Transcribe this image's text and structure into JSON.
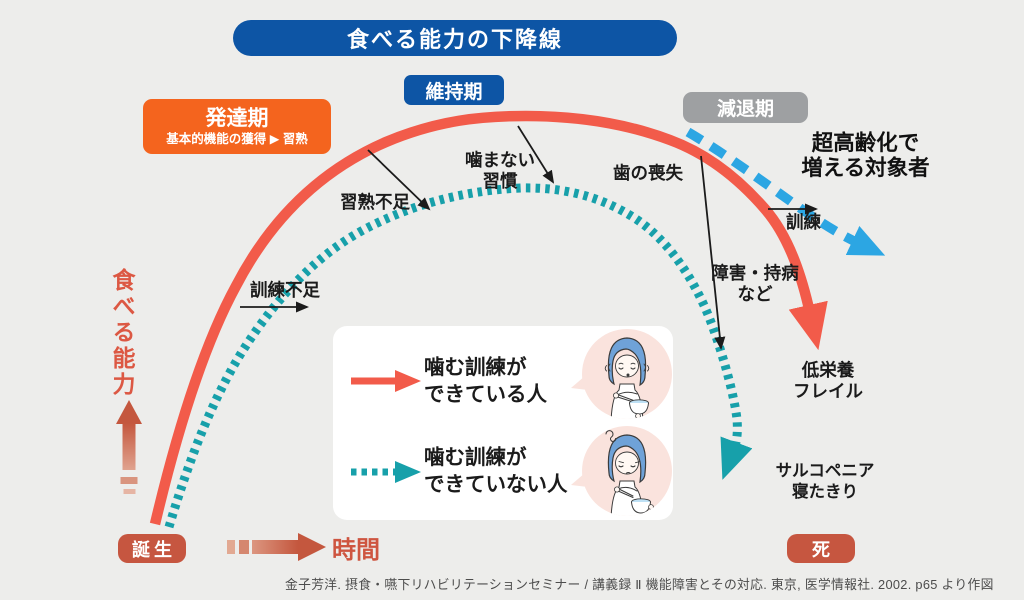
{
  "title": "食べる能力の下降線",
  "stages": {
    "develop": {
      "label": "発達期",
      "sub": "基本的機能の獲得 ▶ 習熟"
    },
    "maintain": {
      "label": "維持期"
    },
    "decline": {
      "label": "減退期"
    }
  },
  "annotations": {
    "mastery_lack": "習熟不足",
    "training_lack": "訓練不足",
    "no_chew_1": "噛まない",
    "no_chew_2": "習慣",
    "tooth_loss": "歯の喪失",
    "disability_1": "障害・持病",
    "disability_2": "など",
    "training": "訓練",
    "malnutrition_1": "低栄養",
    "malnutrition_2": "フレイル",
    "sarcopenia_1": "サルコペニア",
    "sarcopenia_2": "寝たきり",
    "aging_target_1": "超高齢化で",
    "aging_target_2": "増える対象者"
  },
  "axes": {
    "y_label": "食べる能力",
    "x_start": "誕生",
    "x_label": "時間",
    "x_end": "死"
  },
  "legend": {
    "ok_line1": "噛む訓練が",
    "ok_line2": "できている人",
    "ng_line1": "噛む訓練が",
    "ng_line2": "できていない人"
  },
  "citation": "金子芳洋. 摂食・嚥下リハビリテーションセミナー / 講義録 Ⅱ 機能障害とその対応. 東京, 医学情報社. 2002. p65 より作図",
  "colors": {
    "background": "#EDEDEB",
    "title_blue": "#0D55A5",
    "develop_orange": "#F4641E",
    "decline_gray": "#9EA0A2",
    "curve_trained": "#F25B4A",
    "curve_untrained": "#17A0AA",
    "curve_super_aging": "#2CA6E3",
    "axis_terracotta": "#C65640",
    "y_label_red": "#DC5843"
  }
}
